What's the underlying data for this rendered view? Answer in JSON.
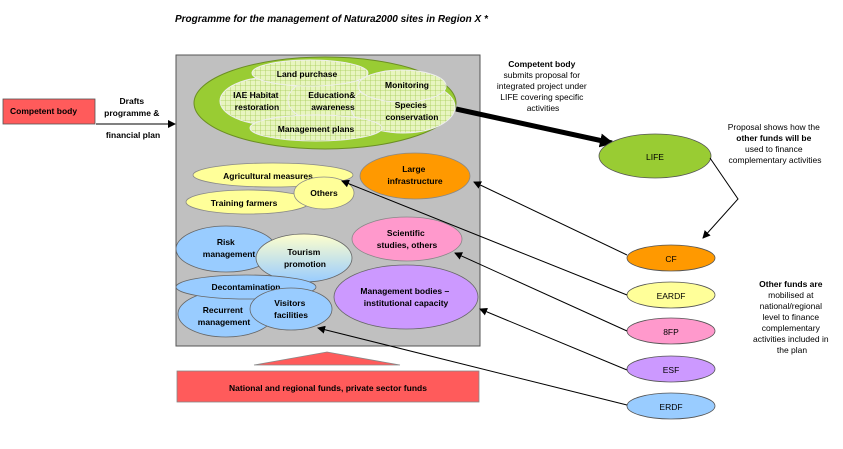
{
  "title": "Programme for the management of Natura2000 sites in Region X *",
  "competent_body_box": "Competent body",
  "drafts_label": [
    "Drafts",
    "programme &",
    "financial plan"
  ],
  "top_group": {
    "land_purchase": "Land purchase",
    "iae": [
      "IAE  Habitat",
      "restoration"
    ],
    "education": [
      "Education&",
      "awareness"
    ],
    "monitoring": "Monitoring",
    "species": [
      "Species",
      "conservation"
    ],
    "management_plans": "Management plans"
  },
  "inner": {
    "agricultural": "Agricultural measures",
    "others": "Others",
    "training": "Training farmers",
    "large_infra": [
      "Large",
      "infrastructure"
    ],
    "scientific": [
      "Scientific",
      "studies, others"
    ],
    "risk": [
      "Risk",
      "management"
    ],
    "tourism": [
      "Tourism",
      "promotion"
    ],
    "decontamination": "Decontamination",
    "recurrent": [
      "Recurrent",
      "management"
    ],
    "visitors": [
      "Visitors",
      "facilities"
    ],
    "mgmt_bodies": [
      "Management bodies –",
      "institutional capacity"
    ]
  },
  "competent_submits": [
    "Competent body",
    "submits proposal for",
    "integrated project under",
    "LIFE covering specific",
    "activities"
  ],
  "life": "LIFE",
  "proposal_note": [
    "Proposal shows how the",
    "other funds will be",
    "used to finance",
    "complementary activities"
  ],
  "funds": [
    "CF",
    "EARDF",
    "8FP",
    "ESF",
    "ERDF"
  ],
  "other_funds_note": [
    "Other funds are",
    "mobilised at",
    "national/regional",
    "level to finance",
    "complementary",
    "activities included in",
    "the plan"
  ],
  "national_funds": "National and regional funds, private sector funds",
  "colors": {
    "red": "#ff5b5b",
    "green": "#99cc33",
    "orange": "#ff9900",
    "yellow": "#ffff99",
    "pink": "#ff99cc",
    "blue": "#99ccff",
    "purple": "#cc99ff",
    "gray": "#c0c0c0"
  }
}
